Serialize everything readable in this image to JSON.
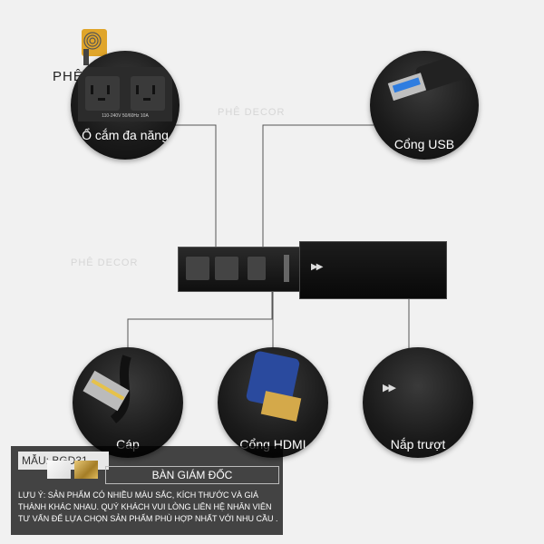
{
  "brand": {
    "name": "PHÊ DECOR",
    "watermark": "PHÊ DECOR"
  },
  "features": [
    {
      "label": "Ổ cắm đa năng"
    },
    {
      "label": "Cổng USB"
    },
    {
      "label": "Cáp"
    },
    {
      "label": "Cổng HDMI"
    },
    {
      "label": "Nắp trượt"
    }
  ],
  "socket_rating": "110-240V 50/60Hz 10A",
  "info": {
    "model": "MẪU: BGD31",
    "product_name": "BÀN GIÁM ĐỐC",
    "note": "LƯU Ý: SẢN PHẨM CÓ NHIỀU MÀU SẮC, KÍCH THƯỚC VÀ GIÁ THÀNH KHÁC NHAU. QUÝ KHÁCH VUI LÒNG LIÊN HỆ NHÂN VIÊN TƯ VẤN ĐỂ LỰA CHỌN SẢN PHẨM PHÙ HỢP NHẤT VỚI NHU CẦU ."
  },
  "colors": {
    "background": "#f1f1f1",
    "logo_gold": "#e0a52a",
    "circle_bg": "#1a1a1a",
    "usb_blue": "#2f7de0",
    "hdmi_blue": "#2a4a9e",
    "swatch_gold": "#c9a545"
  }
}
